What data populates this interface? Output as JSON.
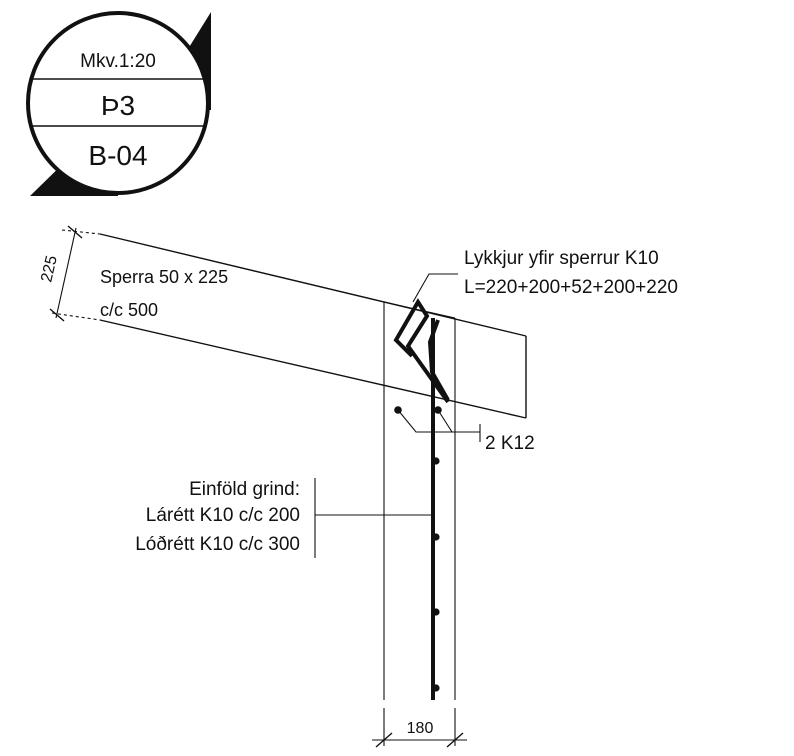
{
  "title_block": {
    "scale": "Mkv.1:20",
    "detail_no": "Þ3",
    "sheet_no": "B-04"
  },
  "rafter": {
    "line1": "Sperra 50 x 225",
    "line2": "c/c 500",
    "depth_dim": "225"
  },
  "tie_bar": {
    "line1": "Lykkjur yfir sperrur K10",
    "line2": "L=220+200+52+200+220"
  },
  "top_bars": "2 K12",
  "mesh": {
    "line1": "Einföld grind:",
    "line2": "Lárétt K10 c/c 200",
    "line3": "Lóðrétt K10 c/c 300"
  },
  "wall_width_dim": "180"
}
